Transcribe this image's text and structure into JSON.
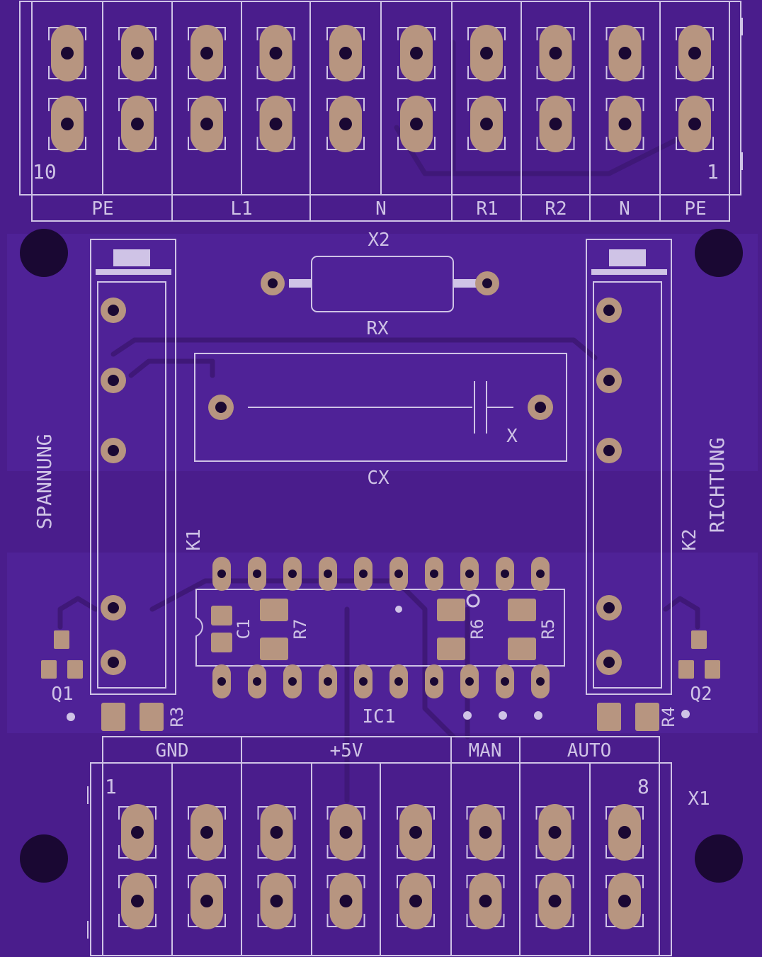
{
  "board": {
    "colors": {
      "substrate": "#4a1d8c",
      "silkscreen": "#cfc3e6",
      "copper_pad": "#b79580",
      "hole": "#1a0833"
    }
  },
  "x2": {
    "designator": "X2",
    "pin_first": "10",
    "pin_last": "1",
    "groups": [
      "PE",
      "L1",
      "N",
      "R1",
      "R2",
      "N",
      "PE"
    ]
  },
  "x1": {
    "designator": "X1",
    "pin_first": "1",
    "pin_last": "8",
    "groups": [
      "GND",
      "+5V",
      "MAN",
      "AUTO"
    ]
  },
  "components": {
    "rx": "RX",
    "cx": "CX",
    "cx_mark": "X",
    "k1": "K1",
    "k2": "K2",
    "ic1": "IC1",
    "c1": "C1",
    "r3": "R3",
    "r4": "R4",
    "r5": "R5",
    "r6": "R6",
    "r7": "R7",
    "q1": "Q1",
    "q2": "Q2"
  },
  "side_labels": {
    "left": "SPANNUNG",
    "right": "RICHTUNG"
  }
}
